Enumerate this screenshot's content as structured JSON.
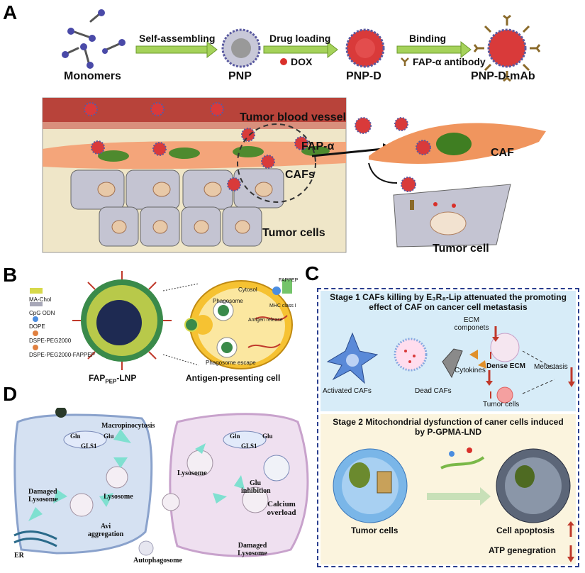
{
  "panels": {
    "a": "A",
    "b": "B",
    "c": "C",
    "d": "D"
  },
  "panel_a": {
    "step1": "Self-assembling",
    "step2": "Drug loading",
    "step3": "Binding",
    "dox": "DOX",
    "antibody": "FAP-α antibody",
    "monomers": "Monomers",
    "pnp": "PNP",
    "pnpd": "PNP-D",
    "pnpdmab": "PNP-D-mAb",
    "vessel": "Tumor blood vessel",
    "fap": "FAP-α",
    "cafs": "CAFs",
    "tumor_cells": "Tumor cells",
    "caf": "CAF",
    "tumor_cell": "Tumor cell"
  },
  "panel_b": {
    "legend": [
      "MA-Chol",
      "CpG ODN",
      "DOPE",
      "DSPE-PEG2000",
      "DSPE-PEG2000-FAPPEP"
    ],
    "lnp_prefix": "FAP",
    "lnp_sub": "PEP",
    "lnp_suffix": "-LNP",
    "cytosol": "Cytosol",
    "phagosome": "Phagosome",
    "antigen_release": "Antigen release",
    "phagosome_escape": "Phagosome escape",
    "fap_pep": "FAPPEP",
    "mhc": "MHC class I",
    "apc": "Antigen-presenting cell"
  },
  "panel_c": {
    "stage1_title": "Stage 1 CAFs killing by E₃R₈-Lip  attenuated the promoting effect of CAF on cancer cell metastasis",
    "ecm": "ECM componets",
    "dense_ecm": "Dense ECM",
    "metastasis": "Metastasis",
    "cytokines": "Cytokines",
    "activated_cafs": "Activated CAFs",
    "dead_cafs": "Dead CAFs",
    "tumor_cells": "Tumor cells",
    "stage2_title": "Stage 2  Mitochondrial dysfunction of caner cells induced by P-GPMA-LND",
    "tumor_cells2": "Tumor cells",
    "apoptosis": "Cell apoptosis",
    "atp": "ATP  genegration"
  },
  "panel_d": {
    "macropinocytosis": "Macropinocytosis",
    "gln": "Gln",
    "glu": "Glu",
    "gls1": "GLS1",
    "damaged_lysosome": "Damaged Lysosome",
    "lysosome": "Lysosome",
    "avi": "Avi aggregation",
    "er": "ER",
    "autophagosome": "Autophagosome",
    "glu_inhibition": "Glu inhibition",
    "calcium": "Calcium overload"
  },
  "colors": {
    "arrow_green": "#7fbf2a",
    "dox_red": "#d9302a",
    "frame_blue": "#2b3f8f",
    "stage_bg": "#d7ecf8",
    "stage2_bg": "#fbf4de",
    "down_arrow": "#c0392b"
  }
}
